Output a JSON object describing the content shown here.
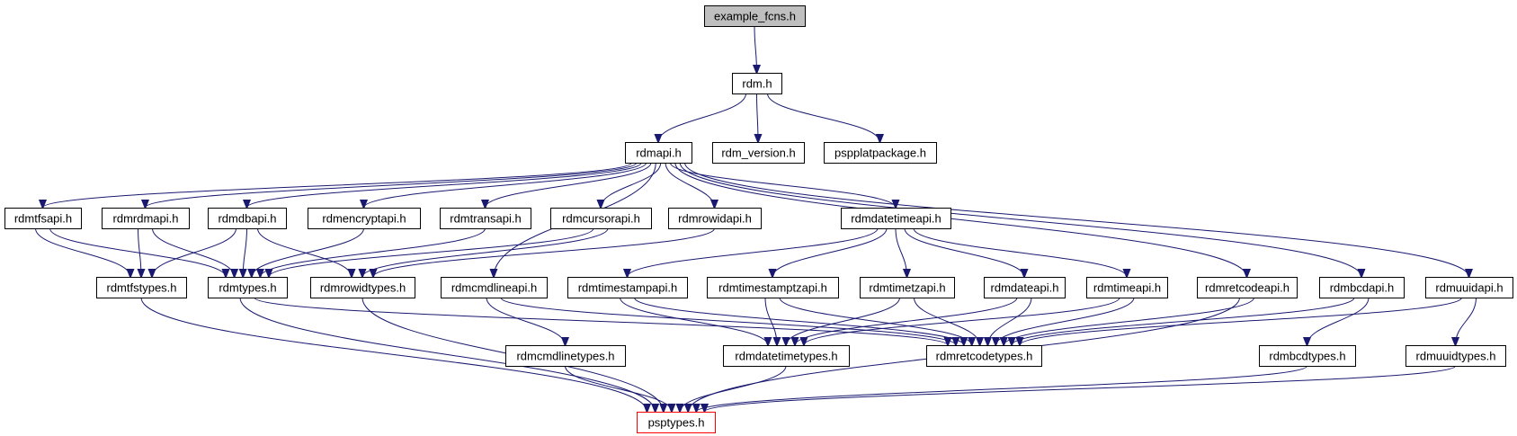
{
  "graph": {
    "edge_color": "#191970",
    "nodes": [
      {
        "id": "example_fcns",
        "label": "example_fcns.h",
        "style": "root"
      },
      {
        "id": "rdm",
        "label": "rdm.h"
      },
      {
        "id": "rdmapi",
        "label": "rdmapi.h"
      },
      {
        "id": "rdm_version",
        "label": "rdm_version.h"
      },
      {
        "id": "pspplatpackage",
        "label": "pspplatpackage.h"
      },
      {
        "id": "rdmtfsapi",
        "label": "rdmtfsapi.h"
      },
      {
        "id": "rdmrdmapi",
        "label": "rdmrdmapi.h"
      },
      {
        "id": "rdmdbapi",
        "label": "rdmdbapi.h"
      },
      {
        "id": "rdmencryptapi",
        "label": "rdmencryptapi.h"
      },
      {
        "id": "rdmtransapi",
        "label": "rdmtransapi.h"
      },
      {
        "id": "rdmcursorapi",
        "label": "rdmcursorapi.h"
      },
      {
        "id": "rdmrowidapi",
        "label": "rdmrowidapi.h"
      },
      {
        "id": "rdmdatetimeapi",
        "label": "rdmdatetimeapi.h"
      },
      {
        "id": "rdmtfstypes",
        "label": "rdmtfstypes.h"
      },
      {
        "id": "rdmtypes",
        "label": "rdmtypes.h"
      },
      {
        "id": "rdmrowidtypes",
        "label": "rdmrowidtypes.h"
      },
      {
        "id": "rdmcmdlineapi",
        "label": "rdmcmdlineapi.h"
      },
      {
        "id": "rdmtimestampapi",
        "label": "rdmtimestampapi.h"
      },
      {
        "id": "rdmtimestamptzapi",
        "label": "rdmtimestamptzapi.h"
      },
      {
        "id": "rdmtimetzapi",
        "label": "rdmtimetzapi.h"
      },
      {
        "id": "rdmdateapi",
        "label": "rdmdateapi.h"
      },
      {
        "id": "rdmtimeapi",
        "label": "rdmtimeapi.h"
      },
      {
        "id": "rdmretcodeapi",
        "label": "rdmretcodeapi.h"
      },
      {
        "id": "rdmbcdapi",
        "label": "rdmbcdapi.h"
      },
      {
        "id": "rdmuuidapi",
        "label": "rdmuuidapi.h"
      },
      {
        "id": "rdmcmdlinetypes",
        "label": "rdmcmdlinetypes.h"
      },
      {
        "id": "rdmdatetimetypes",
        "label": "rdmdatetimetypes.h"
      },
      {
        "id": "rdmretcodetypes",
        "label": "rdmretcodetypes.h"
      },
      {
        "id": "rdmbcdtypes",
        "label": "rdmbcdtypes.h"
      },
      {
        "id": "rdmuuidtypes",
        "label": "rdmuuidtypes.h"
      },
      {
        "id": "psptypes",
        "label": "psptypes.h",
        "style": "warn"
      }
    ],
    "edges": [
      [
        "example_fcns",
        "rdm"
      ],
      [
        "rdm",
        "rdmapi"
      ],
      [
        "rdm",
        "rdm_version"
      ],
      [
        "rdm",
        "pspplatpackage"
      ],
      [
        "rdmapi",
        "rdmtfsapi"
      ],
      [
        "rdmapi",
        "rdmrdmapi"
      ],
      [
        "rdmapi",
        "rdmdbapi"
      ],
      [
        "rdmapi",
        "rdmencryptapi"
      ],
      [
        "rdmapi",
        "rdmtransapi"
      ],
      [
        "rdmapi",
        "rdmcursorapi"
      ],
      [
        "rdmapi",
        "rdmrowidapi"
      ],
      [
        "rdmapi",
        "rdmcmdlineapi"
      ],
      [
        "rdmapi",
        "rdmdatetimeapi"
      ],
      [
        "rdmapi",
        "rdmretcodeapi"
      ],
      [
        "rdmapi",
        "rdmbcdapi"
      ],
      [
        "rdmapi",
        "rdmuuidapi"
      ],
      [
        "rdmtfsapi",
        "rdmtfstypes"
      ],
      [
        "rdmtfsapi",
        "rdmtypes"
      ],
      [
        "rdmrdmapi",
        "rdmtfstypes"
      ],
      [
        "rdmrdmapi",
        "rdmtypes"
      ],
      [
        "rdmdbapi",
        "rdmtfstypes"
      ],
      [
        "rdmdbapi",
        "rdmtypes"
      ],
      [
        "rdmdbapi",
        "rdmrowidtypes"
      ],
      [
        "rdmencryptapi",
        "rdmtypes"
      ],
      [
        "rdmtransapi",
        "rdmtypes"
      ],
      [
        "rdmcursorapi",
        "rdmtypes"
      ],
      [
        "rdmcursorapi",
        "rdmrowidtypes"
      ],
      [
        "rdmrowidapi",
        "rdmrowidtypes"
      ],
      [
        "rdmdatetimeapi",
        "rdmtimestampapi"
      ],
      [
        "rdmdatetimeapi",
        "rdmtimestamptzapi"
      ],
      [
        "rdmdatetimeapi",
        "rdmtimetzapi"
      ],
      [
        "rdmdatetimeapi",
        "rdmdateapi"
      ],
      [
        "rdmdatetimeapi",
        "rdmtimeapi"
      ],
      [
        "rdmtfstypes",
        "psptypes"
      ],
      [
        "rdmtypes",
        "psptypes"
      ],
      [
        "rdmtypes",
        "rdmretcodetypes"
      ],
      [
        "rdmrowidtypes",
        "psptypes"
      ],
      [
        "rdmcmdlineapi",
        "rdmcmdlinetypes"
      ],
      [
        "rdmcmdlineapi",
        "rdmretcodetypes"
      ],
      [
        "rdmtimestampapi",
        "rdmdatetimetypes"
      ],
      [
        "rdmtimestampapi",
        "rdmretcodetypes"
      ],
      [
        "rdmtimestamptzapi",
        "rdmdatetimetypes"
      ],
      [
        "rdmtimestamptzapi",
        "rdmretcodetypes"
      ],
      [
        "rdmtimetzapi",
        "rdmdatetimetypes"
      ],
      [
        "rdmtimetzapi",
        "rdmretcodetypes"
      ],
      [
        "rdmdateapi",
        "rdmdatetimetypes"
      ],
      [
        "rdmdateapi",
        "rdmretcodetypes"
      ],
      [
        "rdmtimeapi",
        "rdmdatetimetypes"
      ],
      [
        "rdmtimeapi",
        "rdmretcodetypes"
      ],
      [
        "rdmretcodeapi",
        "rdmretcodetypes"
      ],
      [
        "rdmretcodeapi",
        "psptypes"
      ],
      [
        "rdmbcdapi",
        "rdmretcodetypes"
      ],
      [
        "rdmbcdapi",
        "rdmbcdtypes"
      ],
      [
        "rdmuuidapi",
        "rdmretcodetypes"
      ],
      [
        "rdmuuidapi",
        "rdmuuidtypes"
      ],
      [
        "rdmcmdlinetypes",
        "psptypes"
      ],
      [
        "rdmdatetimetypes",
        "psptypes"
      ],
      [
        "rdmbcdtypes",
        "psptypes"
      ],
      [
        "rdmuuidtypes",
        "psptypes"
      ]
    ]
  }
}
